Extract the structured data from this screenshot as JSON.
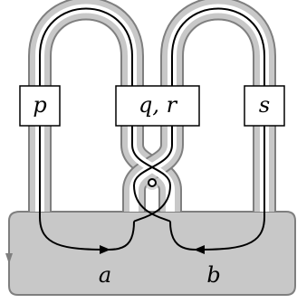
{
  "diagram": {
    "boxes": [
      {
        "id": "p",
        "label": "p"
      },
      {
        "id": "qr",
        "label": "q, r"
      },
      {
        "id": "s",
        "label": "s"
      }
    ],
    "points": [
      {
        "id": "a",
        "label": "a"
      },
      {
        "id": "b",
        "label": "b"
      }
    ],
    "colors": {
      "band_fill": "#c8c8c8",
      "band_stroke": "#7f7f7f",
      "strand": "#000000",
      "box_fill": "#ffffff",
      "box_stroke": "#000000"
    }
  }
}
